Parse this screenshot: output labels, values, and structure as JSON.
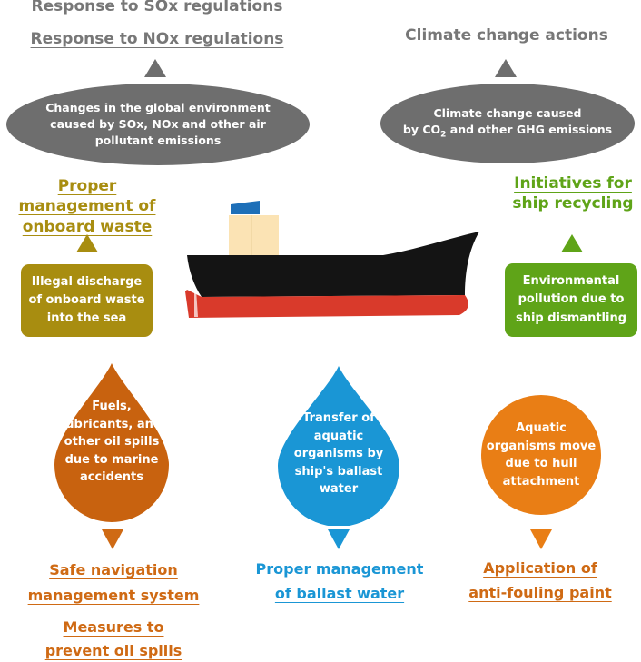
{
  "colors": {
    "gray": "#6e6e6e",
    "olive": "#a88d10",
    "green": "#5fa418",
    "brown_orange": "#c8620f",
    "blue": "#1a96d5",
    "orange": "#e97e15",
    "hull_black": "#141414",
    "hull_red": "#d93a2b"
  },
  "top_left": {
    "link_sox": "Response to SOx regulations",
    "link_nox": "Response to NOx regulations",
    "ellipse_text": "Changes in the global environment caused by SOx, NOx and other air pollutant emissions"
  },
  "top_right": {
    "link_climate": "Climate change actions",
    "ellipse_line1": "Climate change caused",
    "ellipse_by": "by CO",
    "ellipse_sub": "2",
    "ellipse_rest": " and other GHG emissions"
  },
  "left": {
    "link": "Proper management of onboard waste",
    "box_text": "Illegal discharge of onboard waste into the sea"
  },
  "right": {
    "link": "Initiatives for ship recycling",
    "box_text": "Environmental pollution due to ship dismantling"
  },
  "drops": {
    "oil": "Fuels, lubricants, and other oil spills due to marine accidents",
    "ballast": "Transfer of aquatic organisms by ship's ballast water",
    "hull": "Aquatic organisms move due to hull attachment"
  },
  "bottom": {
    "safe_nav_1": "Safe navigation",
    "safe_nav_2": "management system",
    "oil_spill_1": "Measures to",
    "oil_spill_2": "prevent oil spills",
    "ballast_1": "Proper management",
    "ballast_2": "of ballast water",
    "antifouling_1": "Application of",
    "antifouling_2": "anti-fouling paint"
  },
  "icons": [
    "ship-illustration",
    "arrow-up-icon",
    "arrow-down-icon",
    "drop-shape-icon"
  ]
}
